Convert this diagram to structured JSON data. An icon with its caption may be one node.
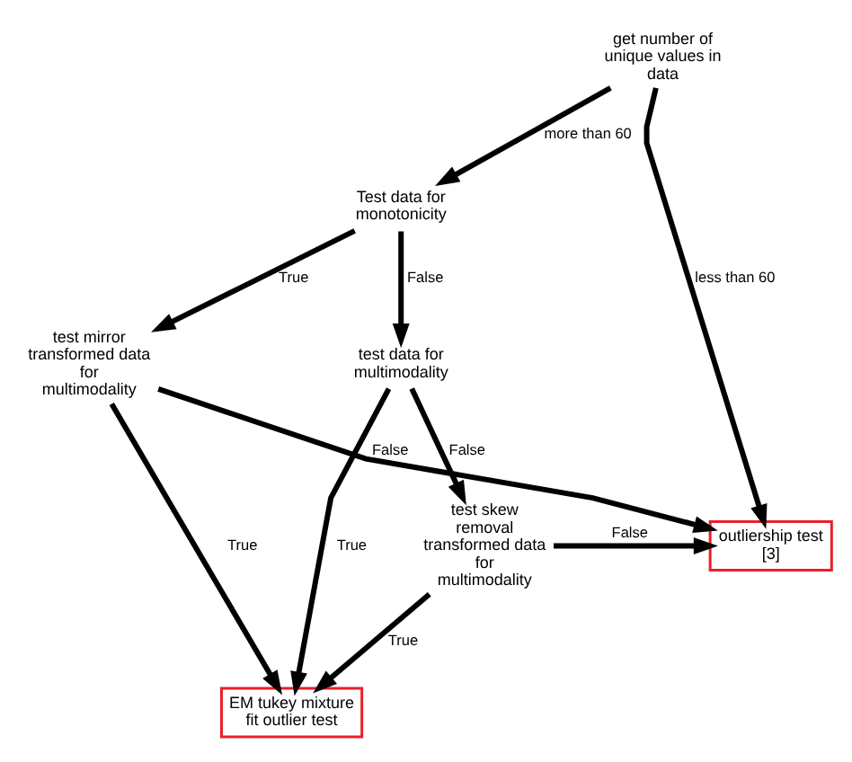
{
  "diagram": {
    "nodes": [
      {
        "text": [
          "get number of unique values in data"
        ]
      },
      {
        "text": [
          "Test data for monotonicity"
        ]
      },
      {
        "text": [
          "test mirror transformed data for multimodality"
        ]
      },
      {
        "text": [
          "test data for multimodality"
        ]
      },
      {
        "text": [
          "EM tukey mixture fit outlier test"
        ]
      },
      {
        "text": [
          "test skew removal transformed data for multimodality"
        ]
      },
      {
        "text": [
          "outliership test [3]"
        ]
      }
    ],
    "edges": [
      {
        "from": 0,
        "to": 6,
        "arrow": "to",
        "label": "less than 60"
      },
      {
        "from": 0,
        "to": 1,
        "arrow": "to",
        "label": "more than 60"
      },
      {
        "from": 1,
        "to": 2,
        "arrow": "to",
        "label": "True"
      },
      {
        "from": 1,
        "to": 3,
        "arrow": "to",
        "label": "False"
      },
      {
        "from": 2,
        "to": 6,
        "arrow": "to",
        "label": "False"
      },
      {
        "from": 2,
        "to": 4,
        "arrow": "to",
        "label": "True"
      },
      {
        "from": 3,
        "to": 4,
        "arrow": "to",
        "label": "True"
      },
      {
        "from": 3,
        "to": 5,
        "arrow": "to",
        "label": "False"
      },
      {
        "from": 5,
        "to": 4,
        "arrow": "to",
        "label": "True"
      },
      {
        "from": 5,
        "to": 6,
        "arrow": "to",
        "label": "False"
      }
    ]
  }
}
